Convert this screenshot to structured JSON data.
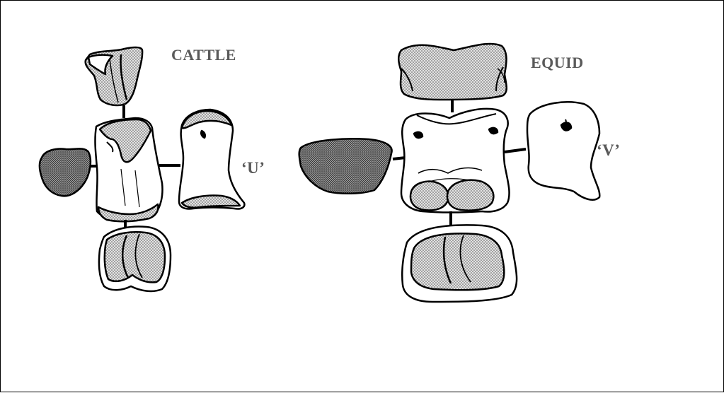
{
  "labels": {
    "cattle": "CATTLE",
    "equid": "EQUID",
    "cattle_shape": "‘U’",
    "equid_shape": "‘V’"
  },
  "colors": {
    "outline": "#000000",
    "stipple_fill": "#bfbfbf",
    "dark_fill": "#8c8c8c",
    "label": "#5a5a5a"
  }
}
